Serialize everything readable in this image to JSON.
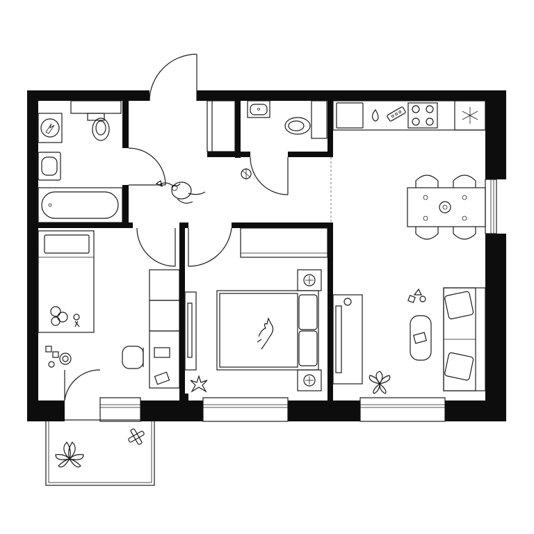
{
  "colors": {
    "wall": "#0d0d0d",
    "line": "#1a1a1a",
    "background": "#ffffff"
  },
  "rooms": [
    {
      "id": "entry-hall",
      "icon": "cat-icon"
    },
    {
      "id": "bathroom",
      "icon": "bathtub-icon"
    },
    {
      "id": "toilet",
      "icon": "toilet-icon"
    },
    {
      "id": "closet",
      "icon": "closet-icon"
    },
    {
      "id": "kids-room",
      "icon": "single-bed-icon"
    },
    {
      "id": "bedroom",
      "icon": "double-bed-icon"
    },
    {
      "id": "kitchen-living",
      "icon": "stove-icon"
    },
    {
      "id": "balcony",
      "icon": "plant-icon"
    }
  ]
}
